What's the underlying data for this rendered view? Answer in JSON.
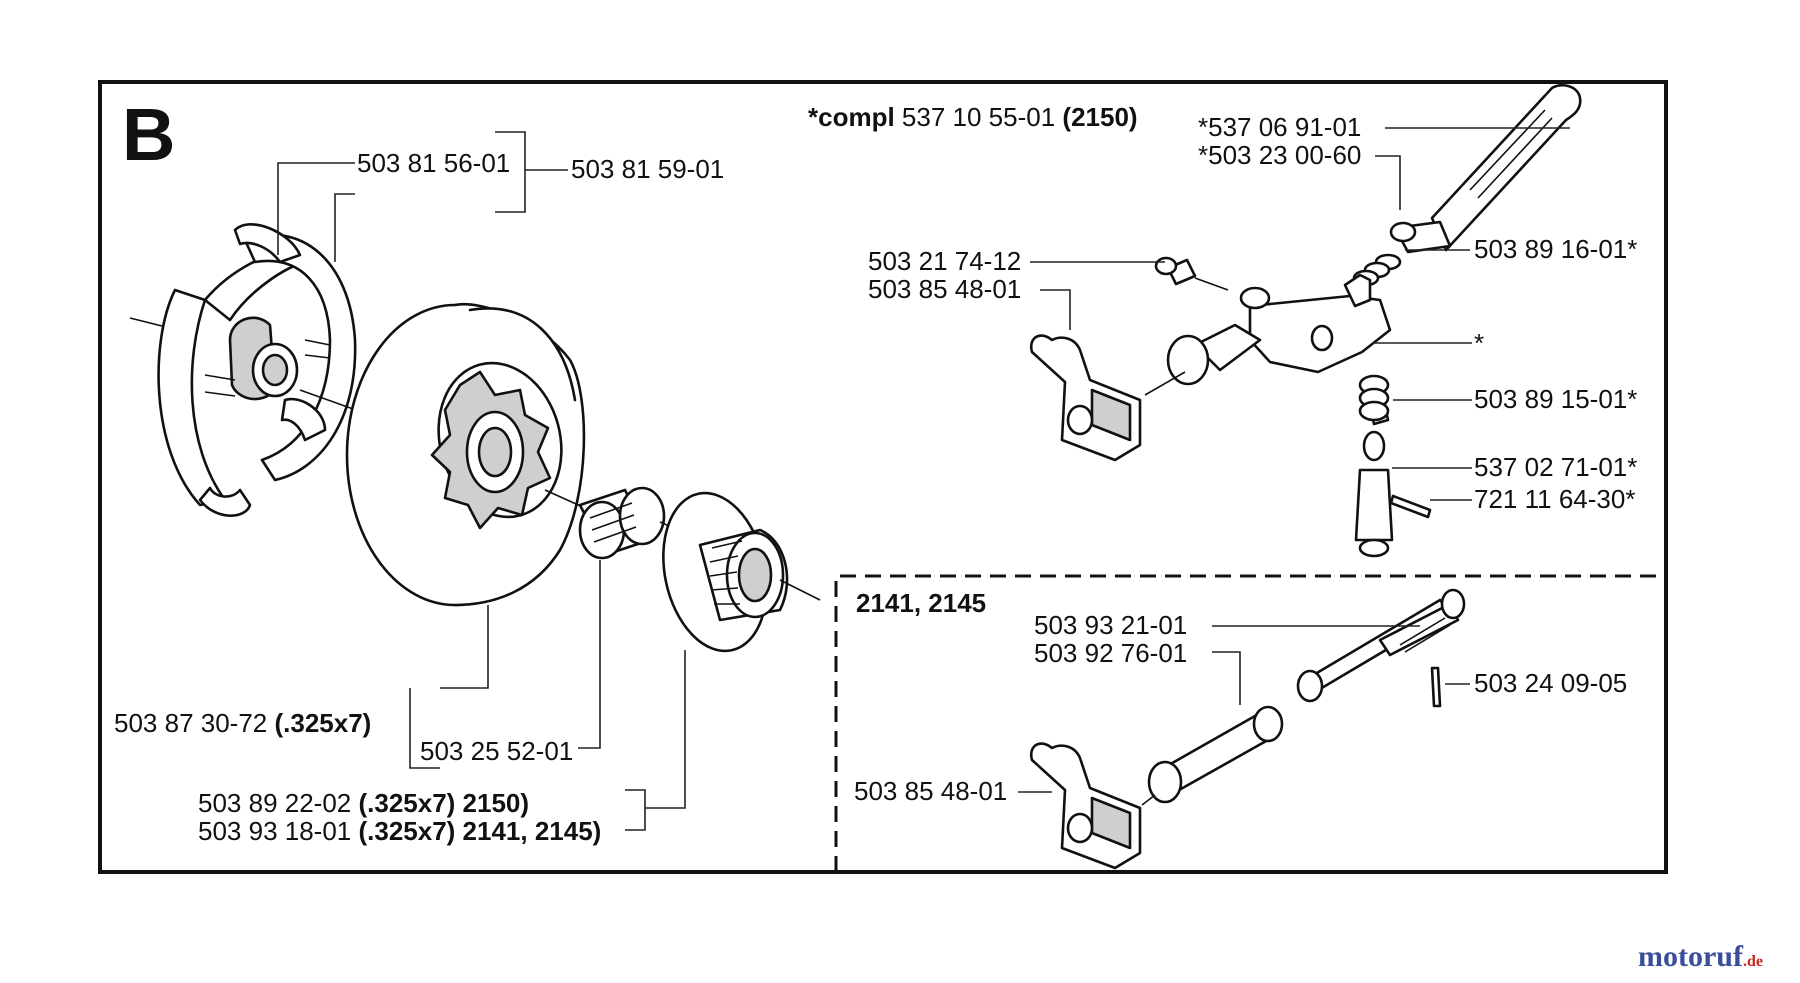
{
  "section_letter": "B",
  "header": {
    "prefix": "*compl",
    "number": "537 10 55-01",
    "model": "(2150)"
  },
  "inset_title": "2141, 2145",
  "labels": {
    "clutch_a": "503 81 56-01",
    "clutch_b": "503 81 59-01",
    "drum_num": "503 87 30-72",
    "drum_spec": "(.325x7)",
    "bearing": "503 25 52-01",
    "washer1_num": "503 89 22-02",
    "washer1_spec": "(.325x7) 2150)",
    "washer2_num": "503 93 18-01",
    "washer2_spec": "(.325x7) 2141, 2145)",
    "shaft_a": "*537 06 91-01",
    "shaft_b": "*503 23 00-60",
    "screw": "503 21 74-12",
    "lever1": "503 85 48-01",
    "spring_top": "503 89 16-01*",
    "bracket": "*",
    "spring_mid": "503 89 15-01*",
    "piston": "537 02 71-01*",
    "pin": "721 11 64-30*",
    "inset_shaft_a": "503 93 21-01",
    "inset_shaft_b": "503 92 76-01",
    "inset_pin": "503 24 09-05",
    "inset_lever": "503 85 48-01"
  },
  "watermark": {
    "brand": "motoruf",
    "suffix": ".de",
    "color_main": "#3a4d9a",
    "color_accent": "#c8261f"
  }
}
